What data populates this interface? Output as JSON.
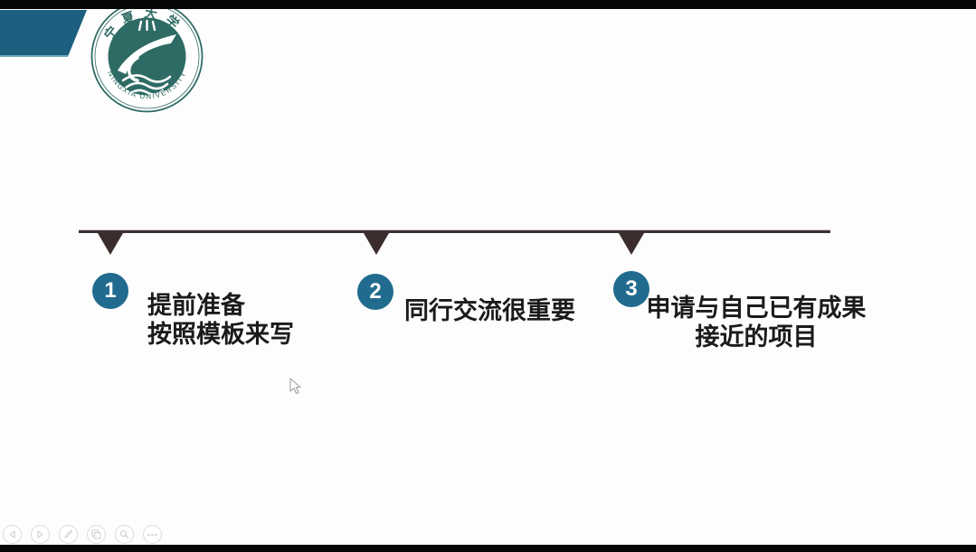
{
  "logo": {
    "top_text": "宁夏大学",
    "bottom_text": "NINGXIA UNIVERSITY"
  },
  "slide": {
    "items": [
      {
        "number": "1",
        "lines": [
          "提前准备",
          "按照模板来写"
        ]
      },
      {
        "number": "2",
        "lines": [
          "同行交流很重要"
        ]
      },
      {
        "number": "3",
        "lines": [
          "申请与自己已有成果",
          "接近的项目"
        ]
      }
    ]
  },
  "toolbar": {
    "buttons": [
      {
        "name": "previous-slide",
        "icon": "left-arrow"
      },
      {
        "name": "next-slide",
        "icon": "right-arrow"
      },
      {
        "name": "pen-tool",
        "icon": "pen"
      },
      {
        "name": "slide-panel",
        "icon": "slides"
      },
      {
        "name": "zoom",
        "icon": "magnifier"
      },
      {
        "name": "more-options",
        "icon": "ellipsis"
      }
    ]
  },
  "colors": {
    "accent_teal": "#206b8e",
    "corner_shape": "#1d5f7e",
    "logo_teal": "#2e6b64",
    "timeline": "#3a2f2e",
    "text": "#1b1b1b",
    "letterbox": "#060606"
  }
}
